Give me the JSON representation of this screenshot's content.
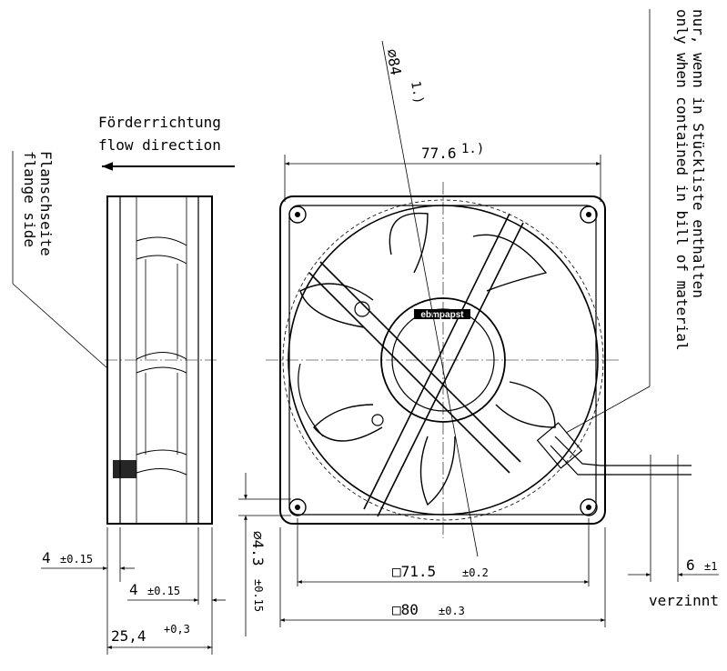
{
  "flow": {
    "de": "Förderrichtung",
    "en": "flow direction"
  },
  "flange": {
    "de": "Flanschseite",
    "en": "flange side"
  },
  "note": {
    "de": "nur, wenn in Stückliste enthalten",
    "en": "only when contained in bill of material"
  },
  "brand": "ebmpapst",
  "dims": {
    "diameter": "⌀84",
    "diameter_note": "1.)",
    "width_top": "77.6",
    "width_top_note": "1.)",
    "hole_pitch": "□71.5",
    "hole_pitch_tol": "±0.2",
    "frame": "□80",
    "frame_tol": "±0.3",
    "hole_dia": "⌀4.3",
    "hole_dia_tol": "±0.15",
    "flange_thick_1": "4",
    "flange_thick_1_tol": "±0.15",
    "flange_thick_2": "4",
    "flange_thick_2_tol": "±0.15",
    "depth": "25,4",
    "depth_tol": "+0,3",
    "wire_strip": "6",
    "wire_strip_tol": "±1",
    "wire_tinned": "verzinnt"
  }
}
